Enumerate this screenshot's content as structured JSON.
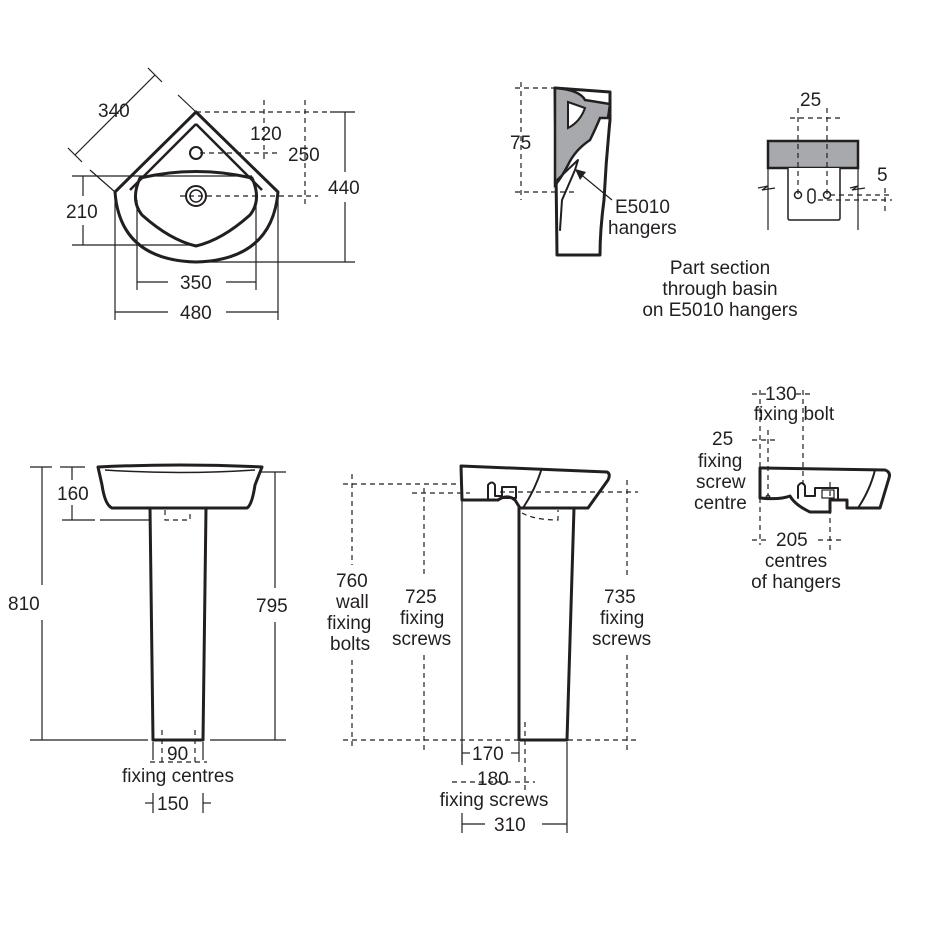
{
  "colors": {
    "line": "#231f20",
    "section_fill": "#a7a9ac",
    "background": "#ffffff"
  },
  "plan_view": {
    "diagonal_width": "340",
    "tap_hole_offset": "120",
    "waste_offset": "250",
    "overall_depth": "440",
    "bowl_depth": "210",
    "bowl_width": "350",
    "overall_width": "480"
  },
  "hanger_section": {
    "height": "75",
    "hanger_label_line1": "E5010",
    "hanger_label_line2": "hangers",
    "bracket_centres": "25",
    "slot_offset": "5",
    "caption_line1": "Part section",
    "caption_line2": "through basin",
    "caption_line3": "on E5010 hangers"
  },
  "front_elevation": {
    "basin_depth": "160",
    "overall_height": "810",
    "rim_height": "795",
    "fixing_centres_value": "90",
    "fixing_centres_label": "fixing centres",
    "pedestal_width": "150"
  },
  "side_elevation": {
    "wall_bolts_value": "760",
    "wall_bolts_line1": "wall",
    "wall_bolts_line2": "fixing",
    "wall_bolts_line3": "bolts",
    "fixing_screws_left_value": "725",
    "fixing_screws_left_line1": "fixing",
    "fixing_screws_left_line2": "screws",
    "fixing_screws_right_value": "735",
    "fixing_screws_right_line1": "fixing",
    "fixing_screws_right_line2": "screws",
    "pedestal_offset": "170",
    "floor_screws_value": "180",
    "floor_screws_label": "fixing screws",
    "overall_projection": "310"
  },
  "wall_hung_side": {
    "fixing_bolt_value": "130",
    "fixing_bolt_label": "fixing bolt",
    "screw_centre_value": "25",
    "screw_centre_line1": "fixing",
    "screw_centre_line2": "screw",
    "screw_centre_line3": "centre",
    "hanger_centres_value": "205",
    "hanger_centres_line1": "centres",
    "hanger_centres_line2": "of hangers"
  }
}
